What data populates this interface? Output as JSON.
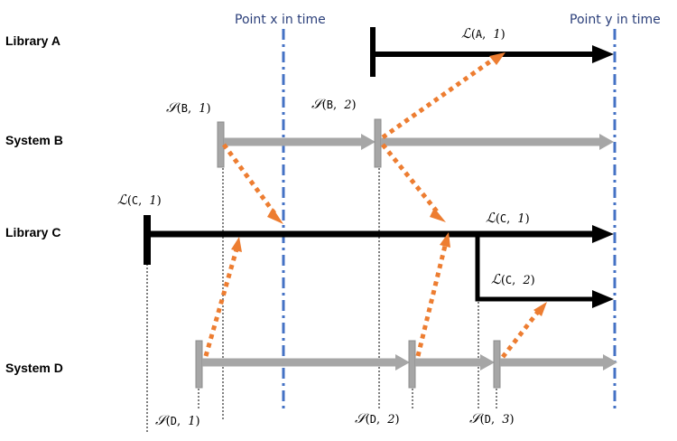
{
  "rows": {
    "library_a": "Library A",
    "system_b": "System B",
    "library_c": "Library C",
    "system_d": "System D"
  },
  "time_markers": {
    "x": "Point x in time",
    "y": "Point y in time"
  },
  "versions": {
    "a1": {
      "fn": "ℒ",
      "open": "(",
      "name": "A",
      "sep": ", ",
      "num": "1",
      "close": ")"
    },
    "b1": {
      "fn": "𝒮",
      "open": "(",
      "name": "B",
      "sep": ", ",
      "num": "1",
      "close": ")"
    },
    "b2": {
      "fn": "𝒮",
      "open": "(",
      "name": "B",
      "sep": ", ",
      "num": "2",
      "close": ")"
    },
    "c1_start": {
      "fn": "ℒ",
      "open": "(",
      "name": "C",
      "sep": ", ",
      "num": "1",
      "close": ")"
    },
    "c1_mid": {
      "fn": "ℒ",
      "open": "(",
      "name": "C",
      "sep": ", ",
      "num": "1",
      "close": ")"
    },
    "c2": {
      "fn": "ℒ",
      "open": "(",
      "name": "C",
      "sep": ", ",
      "num": "2",
      "close": ")"
    },
    "d1": {
      "fn": "𝒮",
      "open": "(",
      "name": "D",
      "sep": ", ",
      "num": "1",
      "close": ")"
    },
    "d2": {
      "fn": "𝒮",
      "open": "(",
      "name": "D",
      "sep": ", ",
      "num": "2",
      "close": ")"
    },
    "d3": {
      "fn": "𝒮",
      "open": "(",
      "name": "D",
      "sep": ", ",
      "num": "3",
      "close": ")"
    }
  },
  "colors": {
    "library_line": "#000000",
    "system_line": "#a6a6a6",
    "time_line": "#4472c4",
    "dependency_arrow": "#ed7d31"
  }
}
